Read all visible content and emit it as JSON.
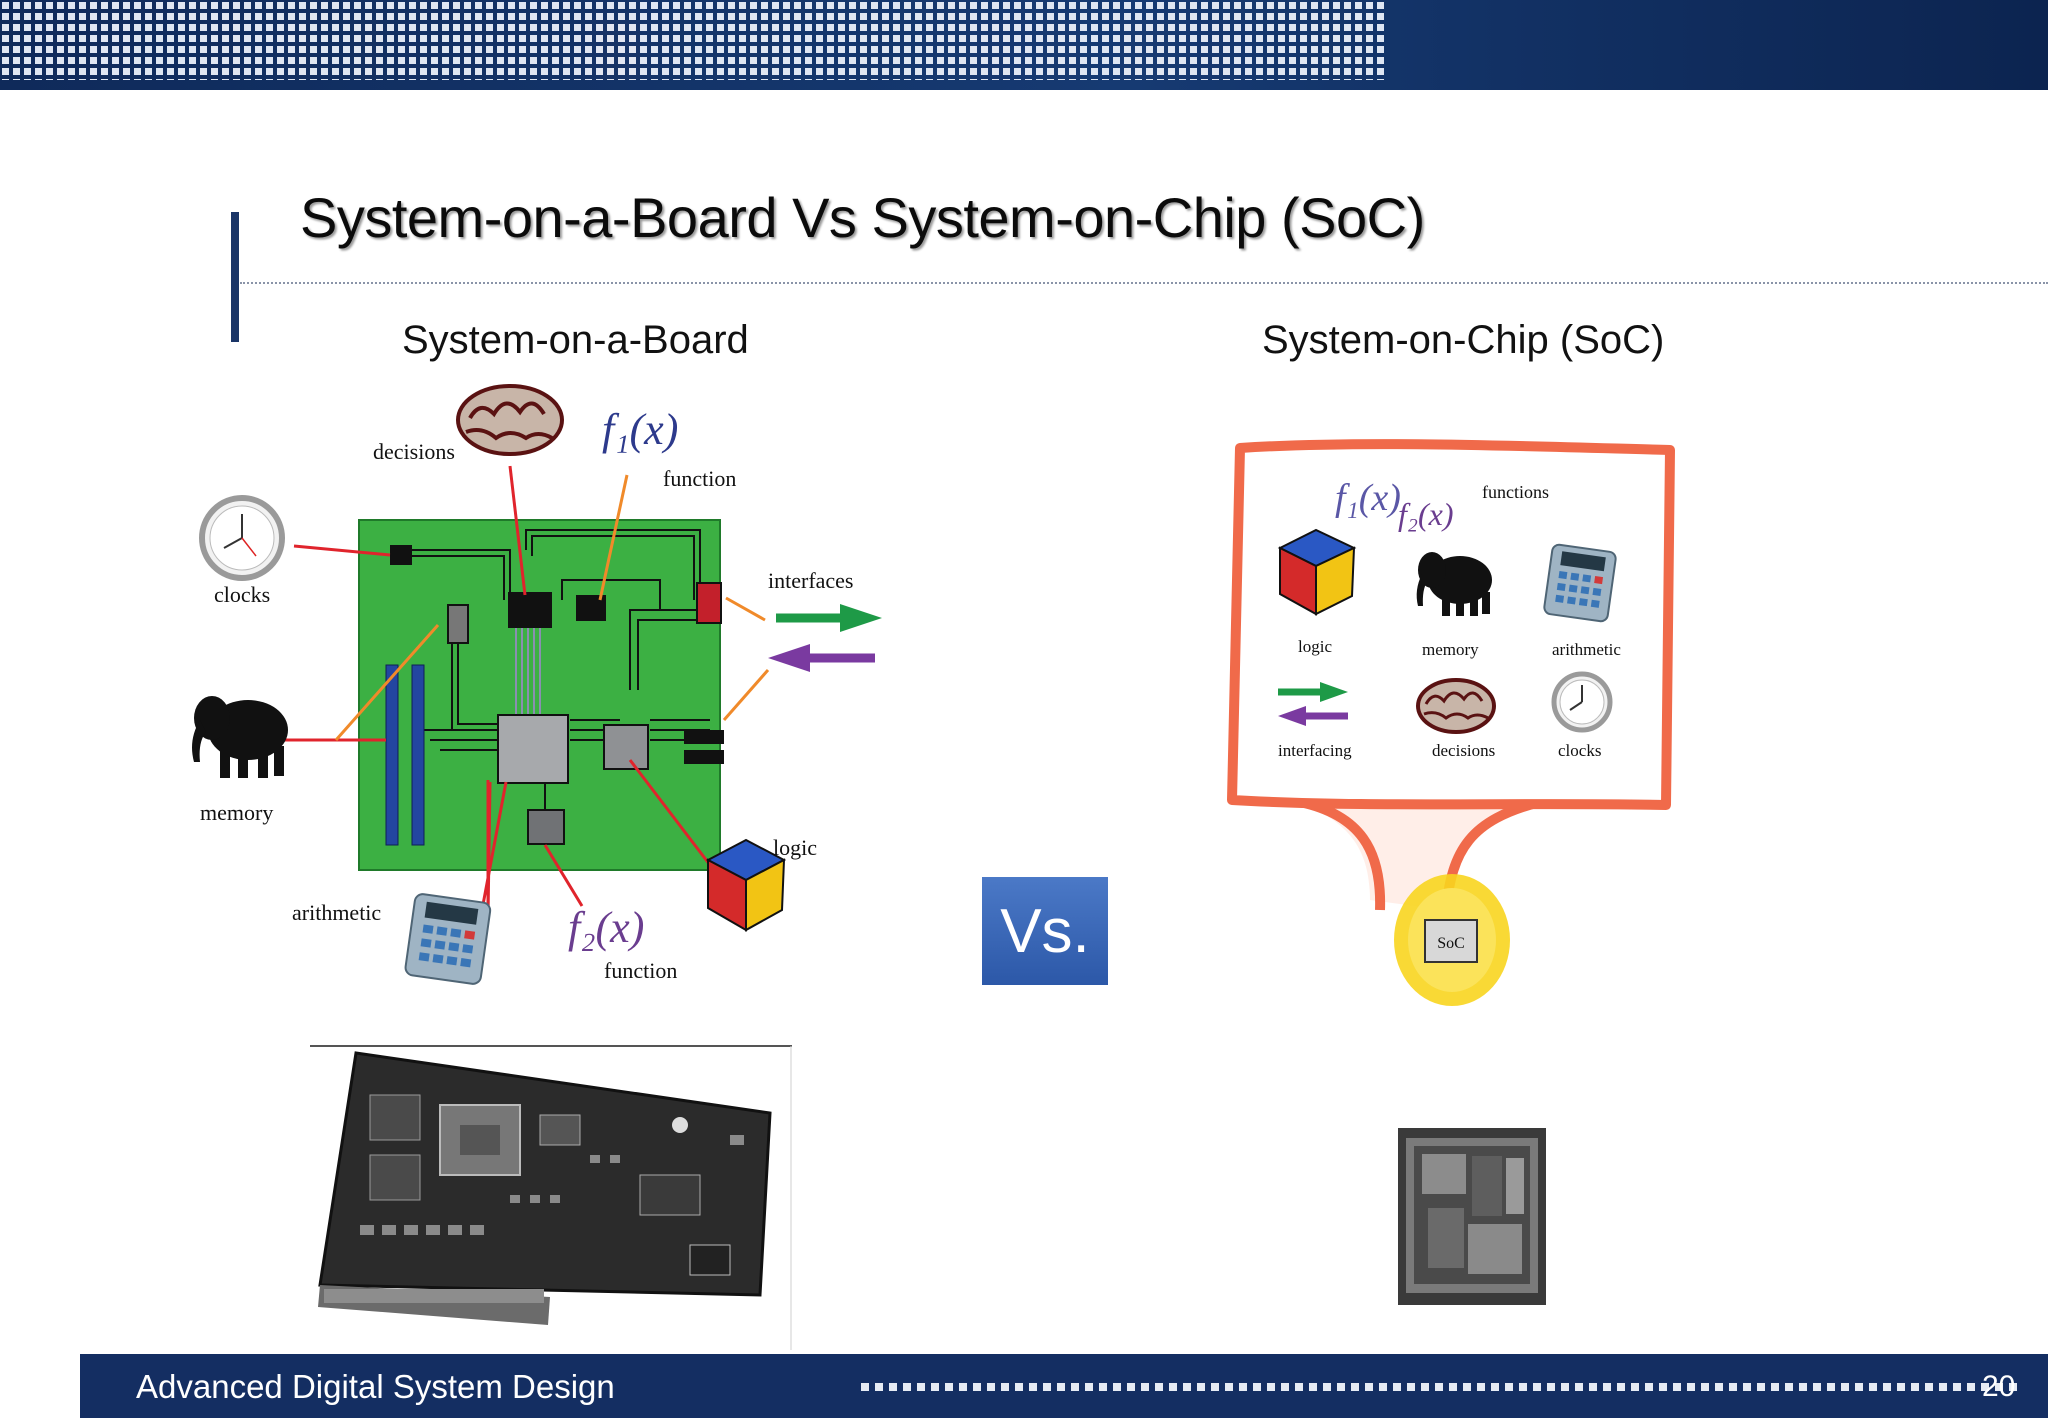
{
  "slide": {
    "title": "System-on-a-Board Vs System-on-Chip (SoC)",
    "left_heading": "System-on-a-Board",
    "right_heading": "System-on-Chip (SoC)",
    "vs_label": "Vs.",
    "footer_text": "Advanced Digital System Design",
    "page_number": "20"
  },
  "board_diagram": {
    "labels": {
      "decisions": "decisions",
      "function_top": "function",
      "clocks": "clocks",
      "interfaces": "interfaces",
      "memory": "memory",
      "logic": "logic",
      "arithmetic": "arithmetic",
      "function_bottom": "function",
      "f1": "f₁(x)",
      "f2": "f₂(x)"
    }
  },
  "soc_diagram": {
    "labels": {
      "functions": "functions",
      "f1": "f₁(x)",
      "f2": "f₂(x)",
      "logic": "logic",
      "memory": "memory",
      "arithmetic": "arithmetic",
      "interfacing": "interfacing",
      "decisions": "decisions",
      "clocks": "clocks",
      "chip": "SoC"
    }
  },
  "colors": {
    "navy": "#142e62",
    "board_green": "#3cb043",
    "soc_outline": "#f06a4a",
    "vs_blue": "#3566b6"
  }
}
